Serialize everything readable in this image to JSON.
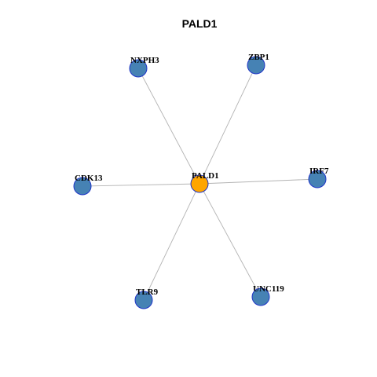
{
  "title": "PALD1",
  "network": {
    "hub": {
      "id": "PALD1",
      "label": "PALD1",
      "color": "#FFA500",
      "border_color": "#1F35C8"
    },
    "neighbors": [
      {
        "id": "NXPH3",
        "label": "NXPH3"
      },
      {
        "id": "ZBP1",
        "label": "ZBP1"
      },
      {
        "id": "CDK13",
        "label": "CDK13"
      },
      {
        "id": "IRF7",
        "label": "IRF7"
      },
      {
        "id": "TLR9",
        "label": "TLR9"
      },
      {
        "id": "UNC119",
        "label": "UNC119"
      }
    ],
    "edges": [
      {
        "source": "PALD1",
        "target": "NXPH3"
      },
      {
        "source": "PALD1",
        "target": "ZBP1"
      },
      {
        "source": "PALD1",
        "target": "CDK13"
      },
      {
        "source": "PALD1",
        "target": "IRF7"
      },
      {
        "source": "PALD1",
        "target": "TLR9"
      },
      {
        "source": "PALD1",
        "target": "UNC119"
      }
    ],
    "neighbor_color": "#4682B4",
    "edge_color": "#B3B3B3"
  }
}
